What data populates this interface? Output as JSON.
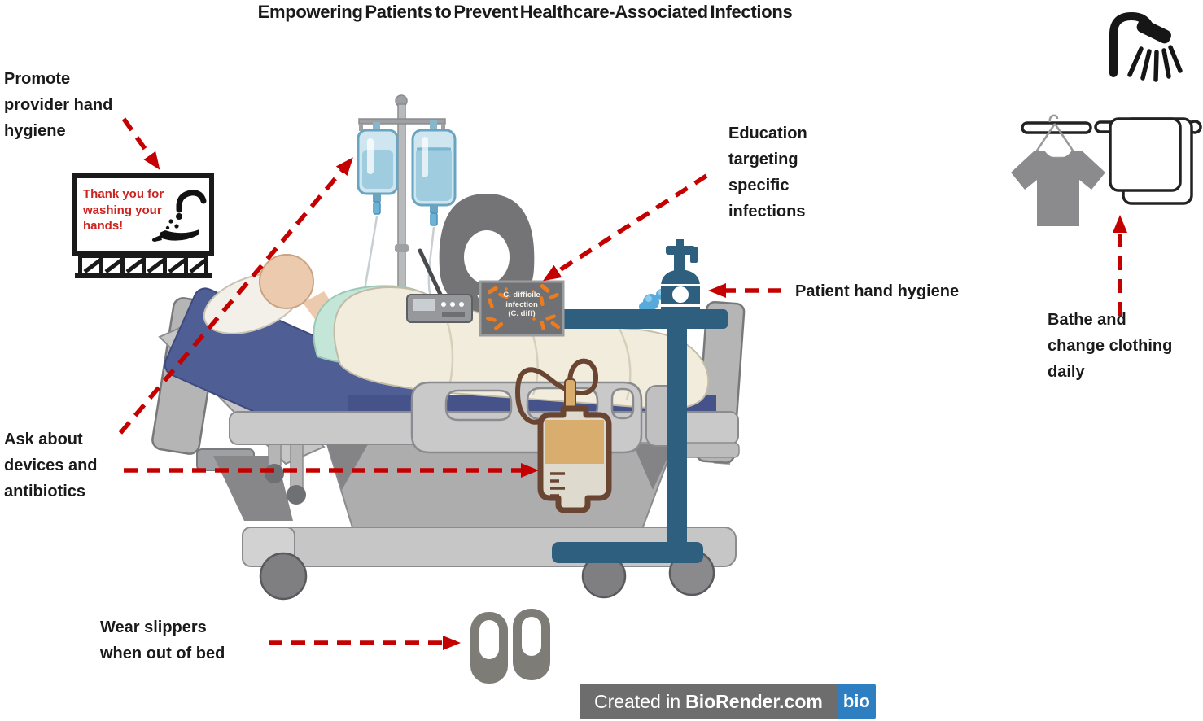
{
  "title": "Empowering Patients to Prevent Healthcare-Associated Infections",
  "labels": {
    "promote_provider_hand_hygiene": [
      "Promote",
      "provider hand",
      "hygiene"
    ],
    "education_targeting_specific_infections": [
      "Education",
      "targeting",
      "specific",
      "infections"
    ],
    "patient_hand_hygiene": [
      "Patient hand hygiene"
    ],
    "bathe_and_change_clothing_daily": [
      "Bathe and",
      "change clothing",
      "daily"
    ],
    "ask_about_devices_and_antibiotics": [
      "Ask about",
      "devices and",
      "antibiotics"
    ],
    "wear_slippers_when_out_of_bed": [
      "Wear slippers",
      "when out of bed"
    ]
  },
  "sign": {
    "lines": [
      "Thank you for",
      "washing your",
      "hands!"
    ]
  },
  "laptop_screen": {
    "lines": [
      "C. difficile",
      "infection",
      "(C. diff)"
    ]
  },
  "badge": {
    "prefix": "Created in",
    "brand": "BioRender.com",
    "logo": "bio"
  },
  "icons": [
    "handwash-sign-icon",
    "iv-pole-icon",
    "iv-bag-icon",
    "nurse-figure",
    "patient-in-bed",
    "hospital-bed",
    "laptop-icon",
    "bacteria-icon",
    "hand-sanitizer-icon",
    "overbed-table",
    "catheter-bag-icon",
    "slippers-icon",
    "shower-icon",
    "tshirt-icon",
    "towel-icon",
    "arrow-icon"
  ],
  "colors": {
    "arrow_red": "#c40000",
    "sign_text_red": "#cc2420",
    "table_teal": "#2e5f7e",
    "mattress_blue": "#505e96",
    "blanket_cream": "#f1ecdc",
    "bacteria_orange": "#ee7b1c",
    "skin": "#eccaae",
    "shirt_mint": "#c4e6d8",
    "nurse_gray": "#747476",
    "badge_gray": "#6d6d6d",
    "badge_blue": "#2d7fc1"
  }
}
